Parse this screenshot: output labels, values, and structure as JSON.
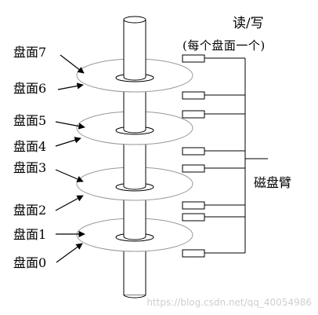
{
  "title": "读/写",
  "subtitle": "(每个盘面一个)",
  "arm_label": "磁盘臂",
  "surfaces": [
    {
      "id": 7,
      "label": "盘面7"
    },
    {
      "id": 6,
      "label": "盘面6"
    },
    {
      "id": 5,
      "label": "盘面5"
    },
    {
      "id": 4,
      "label": "盘面4"
    },
    {
      "id": 3,
      "label": "盘面3"
    },
    {
      "id": 2,
      "label": "盘面2"
    },
    {
      "id": 1,
      "label": "盘面1"
    },
    {
      "id": 0,
      "label": "盘面0"
    }
  ],
  "watermark": "https://blog.csdn.net/qq_40054986"
}
